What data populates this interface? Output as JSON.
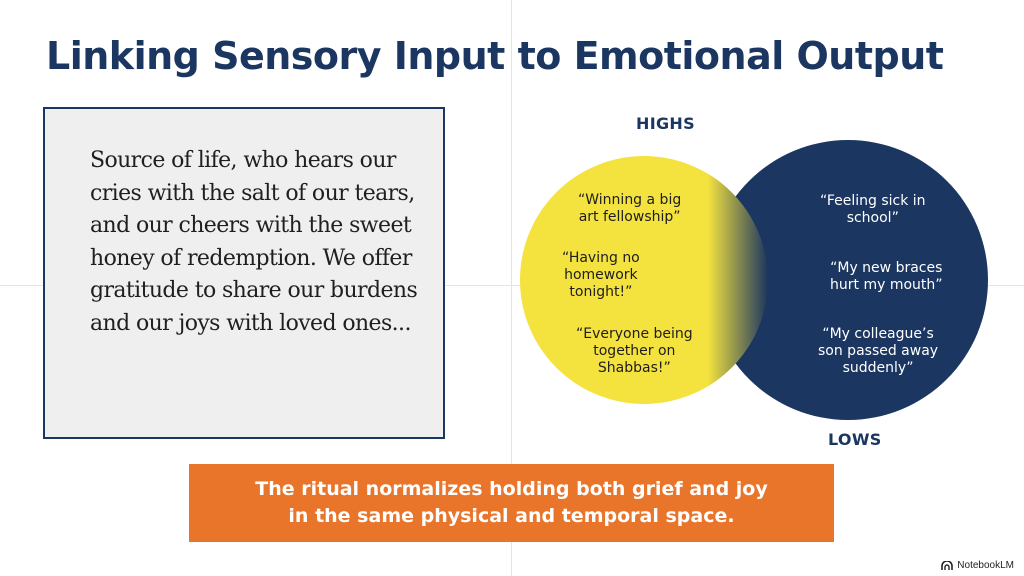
{
  "slide": {
    "title": "Linking Sensory Input to Emotional Output",
    "quote": "Source of life, who hears our cries with the salt of our tears, and our cheers with the sweet honey of redemption. We offer gratitude to share our burdens and our joys with loved ones..."
  },
  "venn": {
    "highs_label": "HIGHS",
    "lows_label": "LOWS",
    "highs": [
      "“Winning a big\nart fellowship”",
      "“Having no\nhomework\ntonight!”",
      "“Everyone being\ntogether on\nShabbas!”"
    ],
    "lows": [
      "“Feeling sick in\nschool”",
      "“My new braces\nhurt my mouth”",
      "“My colleague’s\nson passed away\nsuddenly”"
    ],
    "colors": {
      "highs": "#f4e23f",
      "lows": "#1b3660"
    }
  },
  "banner": {
    "text": "The ritual normalizes holding both grief and joy\nin the same physical and temporal space.",
    "color": "#e8752a"
  },
  "branding": {
    "text": "NotebookLM",
    "icon": "notebooklm-logo-icon"
  }
}
